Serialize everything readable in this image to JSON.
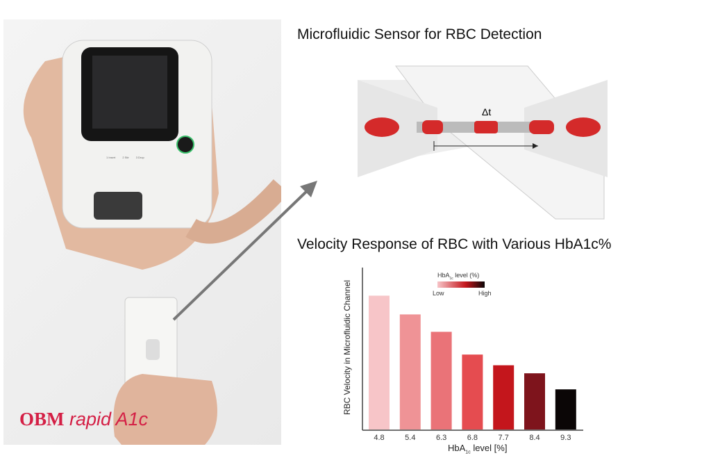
{
  "logo": {
    "brand": "OBM",
    "product": "rapid A1c"
  },
  "device": {
    "steps": [
      "1 Insert",
      "2 Stir",
      "3 Drop"
    ]
  },
  "sensor": {
    "title": "Microfluidic Sensor for RBC Detection",
    "delta_label": "Δt"
  },
  "colors": {
    "bars": [
      "#f7c5c8",
      "#ef9396",
      "#ea7378",
      "#e54c50",
      "#c4161c",
      "#7e141c",
      "#0b0606"
    ],
    "rbc": "#d42a2a"
  },
  "chart_data": {
    "type": "bar",
    "title": "Velocity Response of RBC with Various HbA1c%",
    "categories": [
      "4.8",
      "5.4",
      "6.3",
      "6.8",
      "7.7",
      "8.4",
      "9.3"
    ],
    "values": [
      100,
      86,
      73,
      56,
      48,
      42,
      30
    ],
    "xlabel_main": "HbA",
    "xlabel_sub": "1c",
    "xlabel_tail": " level [%]",
    "ylabel": "RBC Velocity in Microfluidic Channel",
    "ylim": [
      0,
      121
    ],
    "grid": false,
    "legend": {
      "title_main": "HbA",
      "title_sub": "1c",
      "title_tail": " level (%)",
      "low": "Low",
      "high": "High",
      "placement": "top-center"
    }
  }
}
